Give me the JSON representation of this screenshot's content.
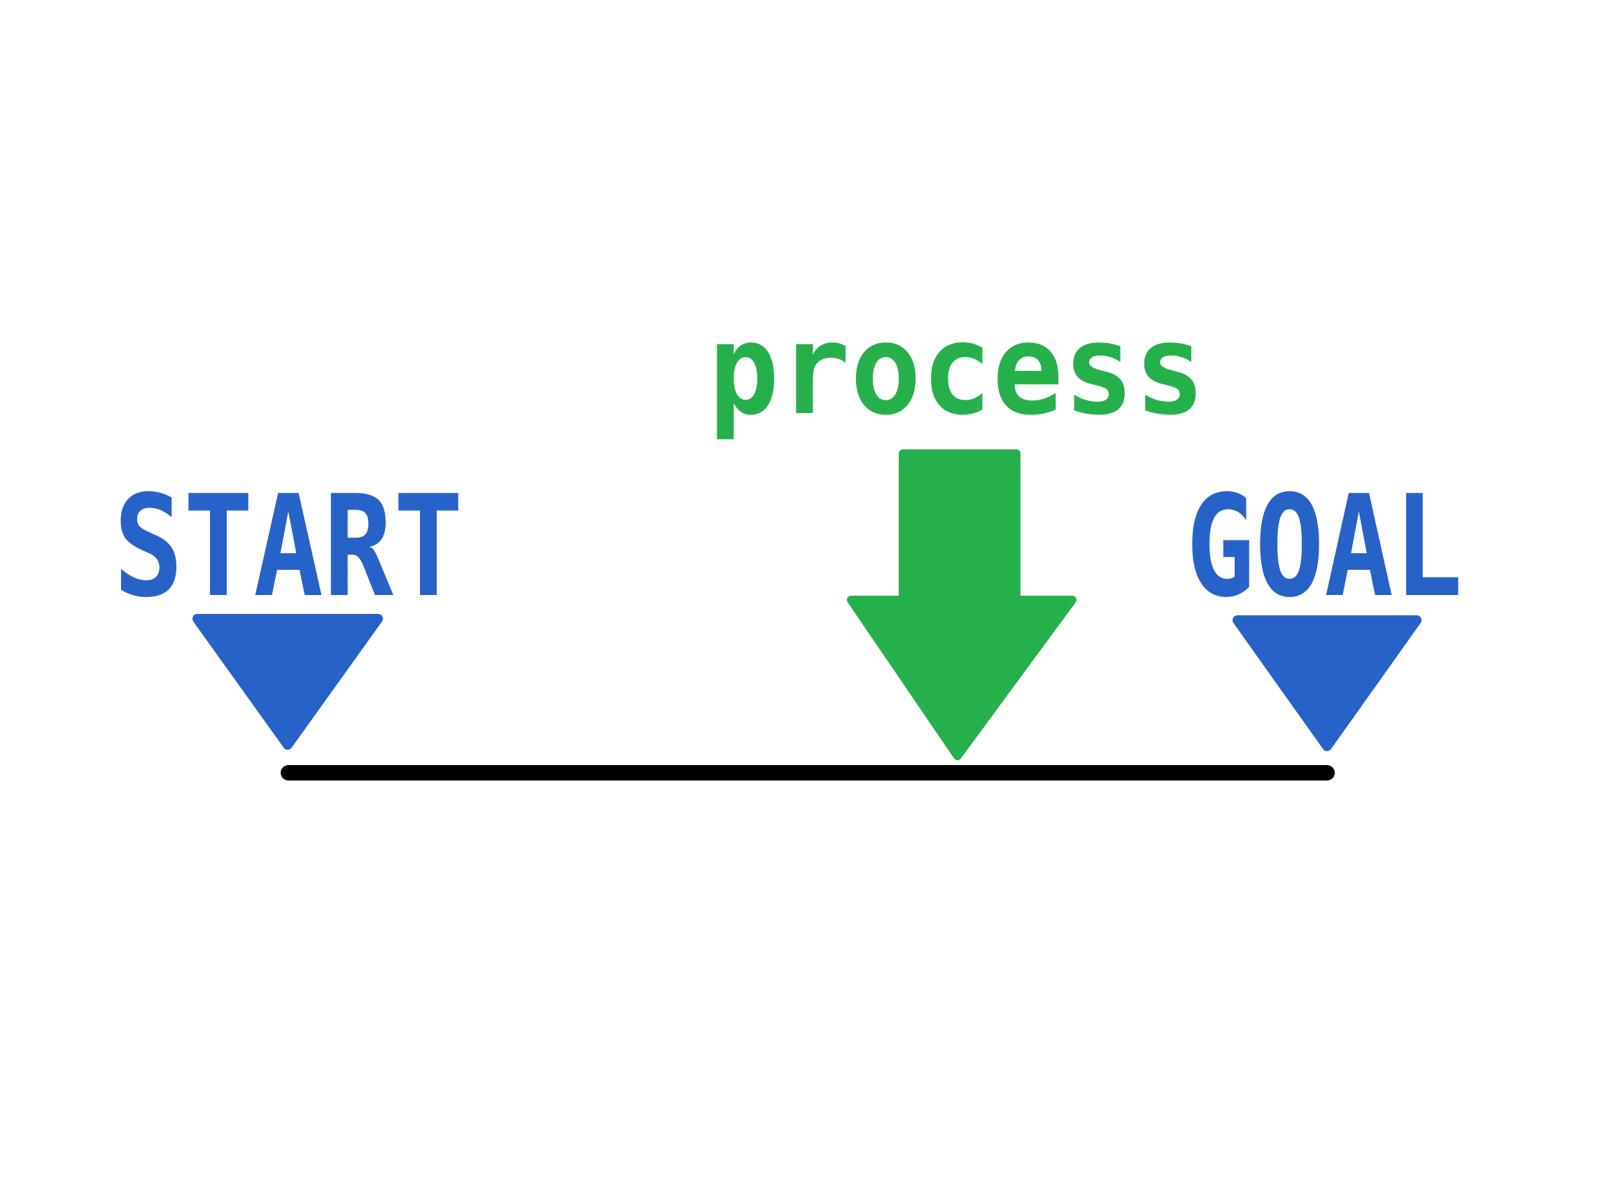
{
  "labels": {
    "start": "START",
    "process": "process",
    "goal": "GOAL"
  },
  "colors": {
    "blue": "#2762C8",
    "green": "#26B04C",
    "line": "#000000",
    "background": "#FFFFFF"
  },
  "icons": {
    "start_marker": "triangle-down-icon",
    "process_marker": "arrow-down-icon",
    "goal_marker": "triangle-down-icon"
  }
}
